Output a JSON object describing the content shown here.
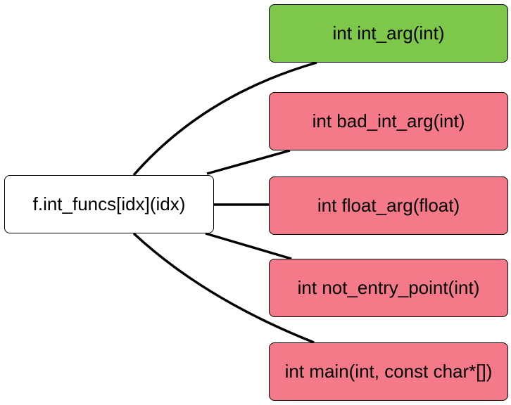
{
  "source": {
    "label": "f.int_funcs[idx](idx)"
  },
  "targets": [
    {
      "label": "int int_arg(int)",
      "status": "valid",
      "color": "#7dc74a"
    },
    {
      "label": "int bad_int_arg(int)",
      "status": "invalid",
      "color": "#f47a8a"
    },
    {
      "label": "int float_arg(float)",
      "status": "invalid",
      "color": "#f47a8a"
    },
    {
      "label": "int not_entry_point(int)",
      "status": "invalid",
      "color": "#f47a8a"
    },
    {
      "label": "int main(int, const char*[])",
      "status": "invalid",
      "color": "#f47a8a"
    }
  ]
}
